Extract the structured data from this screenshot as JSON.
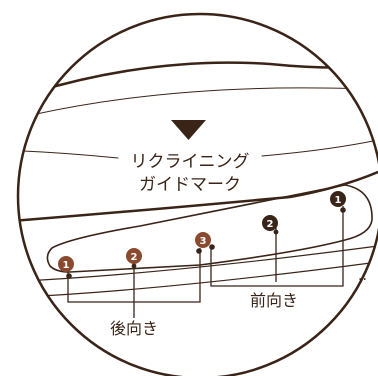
{
  "labels": {
    "guide_mark_line1": "リクライニング",
    "guide_mark_line2": "ガイドマーク",
    "forward": "前向き",
    "backward": "後向き",
    "ellipsis": "··"
  },
  "markers_rear": [
    {
      "number": "1",
      "color": "#8a4a2f"
    },
    {
      "number": "2",
      "color": "#8a4a2f"
    },
    {
      "number": "3",
      "color": "#8a4a2f"
    }
  ],
  "markers_front": [
    {
      "number": "1",
      "color": "#3a2418"
    },
    {
      "number": "2",
      "color": "#3a2418"
    }
  ],
  "colors": {
    "outline": "#3a2418",
    "rear_marker": "#8a4a2f",
    "front_marker": "#3a2418"
  }
}
